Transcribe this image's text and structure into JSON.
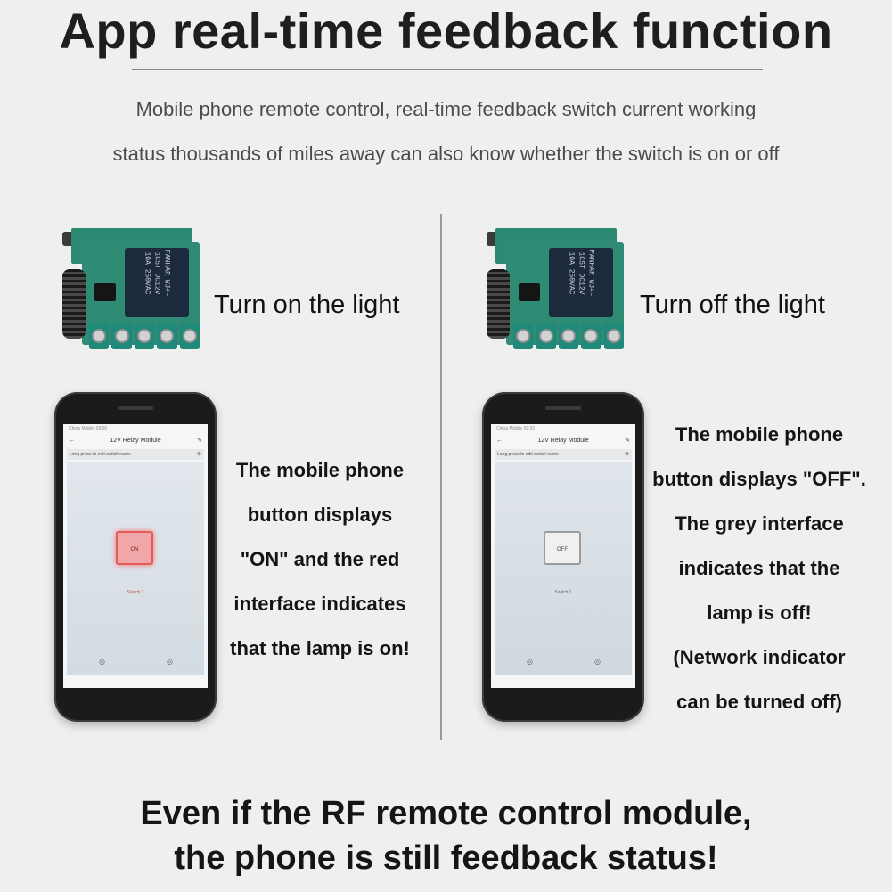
{
  "header": {
    "title": "App real-time feedback function",
    "subtitle_line1": "Mobile phone remote control, real-time feedback switch current working",
    "subtitle_line2": "status thousands of miles away can also know whether the switch is on or off"
  },
  "left": {
    "board_label": "Turn on the light",
    "desc_lines": [
      "The mobile phone",
      "button displays",
      "\"ON\" and the red",
      "interface indicates",
      "that the lamp is on!"
    ],
    "phone": {
      "status": "China Mobile 09:20",
      "app_title": "12V Relay Module",
      "hint": "Long press to edit switch name",
      "button_text": "ON",
      "switch_label": "Switch 1"
    }
  },
  "right": {
    "board_label": "Turn off the light",
    "desc_lines": [
      "The mobile phone",
      "button displays \"OFF\".",
      "The grey interface",
      "indicates that the",
      "lamp is off!",
      "(Network indicator",
      "can be turned off)"
    ],
    "phone": {
      "status": "China Mobile 09:20",
      "app_title": "12V Relay Module",
      "hint": "Long press to edit switch name",
      "button_text": "OFF",
      "switch_label": "Switch 1"
    }
  },
  "relay_markings": "FANHAR WJ4-1CST DC12V 10A 250VAC",
  "icons": {
    "back": "←",
    "edit": "✎",
    "close": "⊗",
    "bottom": "◎"
  },
  "footer": {
    "line1": "Even if the RF remote control module,",
    "line2": "the phone is still feedback status!"
  }
}
